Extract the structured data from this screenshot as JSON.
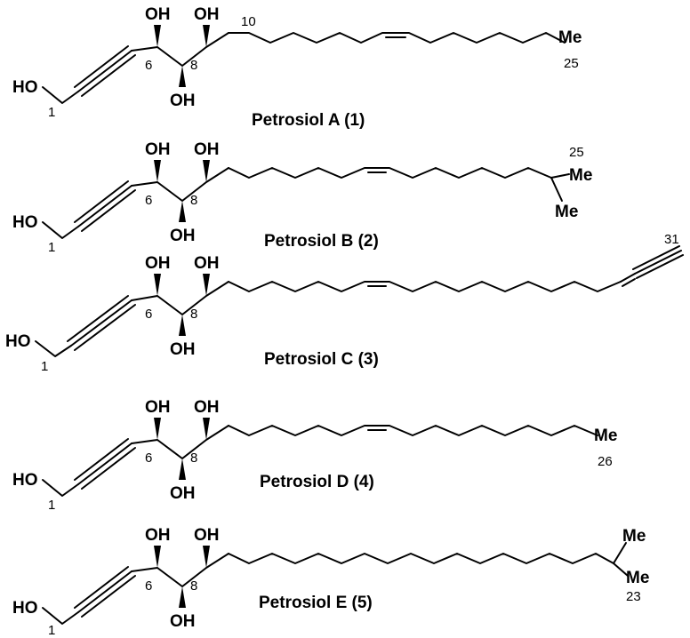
{
  "compounds": [
    {
      "caption": "Petrosiol A (1)",
      "atoms": {
        "hydroxyl": "HO",
        "oh6": "OH",
        "oh7": "OH",
        "oh8": "OH",
        "terminal": "Me"
      },
      "numbers": {
        "n1": "1",
        "n6": "6",
        "n8": "8",
        "n10": "10",
        "nEnd": "25"
      }
    },
    {
      "caption": "Petrosiol B (2)",
      "atoms": {
        "hydroxyl": "HO",
        "oh6": "OH",
        "oh7": "OH",
        "oh8": "OH",
        "me1": "Me",
        "me2": "Me"
      },
      "numbers": {
        "n1": "1",
        "n6": "6",
        "n8": "8",
        "nEnd": "25"
      }
    },
    {
      "caption": "Petrosiol C (3)",
      "atoms": {
        "hydroxyl": "HO",
        "oh6": "OH",
        "oh7": "OH",
        "oh8": "OH"
      },
      "numbers": {
        "n1": "1",
        "n6": "6",
        "n8": "8",
        "nEnd": "31"
      }
    },
    {
      "caption": "Petrosiol D (4)",
      "atoms": {
        "hydroxyl": "HO",
        "oh6": "OH",
        "oh7": "OH",
        "oh8": "OH",
        "terminal": "Me"
      },
      "numbers": {
        "n1": "1",
        "n6": "6",
        "n8": "8",
        "nEnd": "26"
      }
    },
    {
      "caption": "Petrosiol E (5)",
      "atoms": {
        "hydroxyl": "HO",
        "oh6": "OH",
        "oh7": "OH",
        "oh8": "OH",
        "me1": "Me",
        "me2": "Me"
      },
      "numbers": {
        "n1": "1",
        "n6": "6",
        "n8": "8",
        "nEnd": "23"
      }
    }
  ]
}
